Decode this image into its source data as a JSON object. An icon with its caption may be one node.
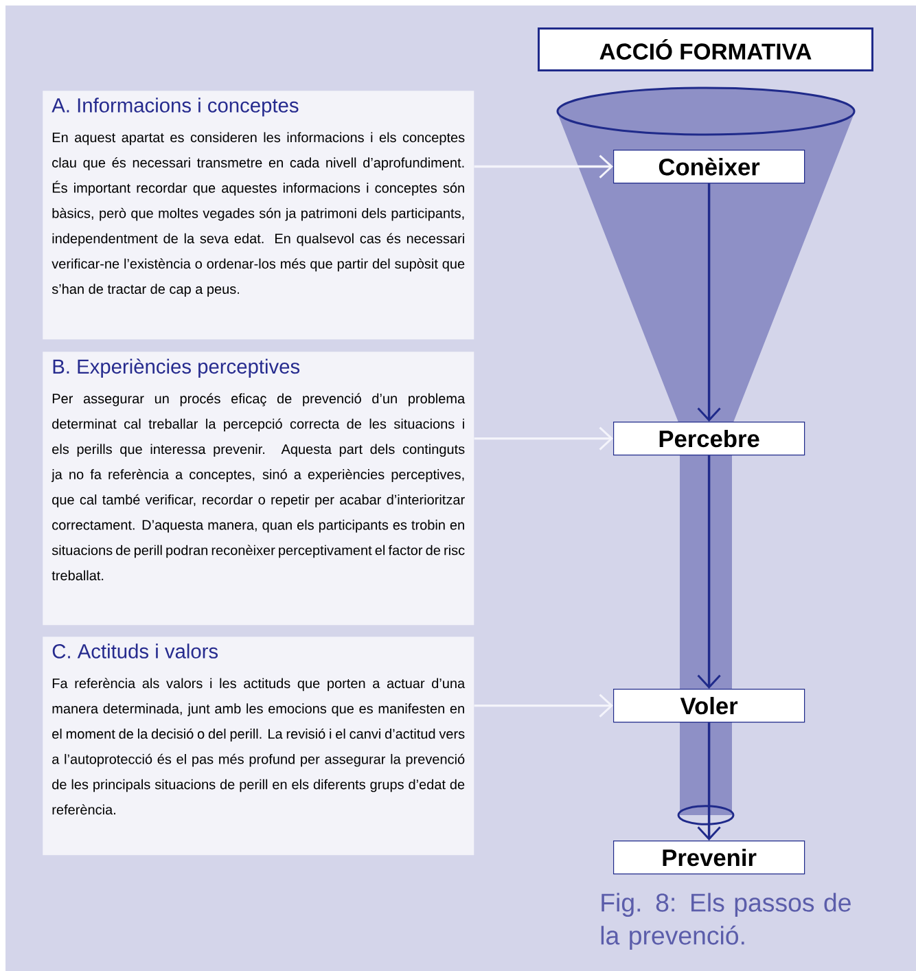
{
  "diagram": {
    "caption": "Fig. 8: Els passos de la prevenció.",
    "nodes": [
      {
        "text": [
          "A. Informacions i conceptes",
          "En aquest apartat es consideren les informacions i els conceptes clau que és necessari transmetre en cada nivell d’aprofundiment. És important recordar que aquestes informacions i conceptes són bàsics, però que moltes vegades són ja patrimoni dels participants, independentment de la seva edat. En qualsevol cas és necessari verificar-ne l’existència o ordenar-los més que partir del supòsit que s’han de tractar de cap a peus."
        ]
      },
      {
        "text": [
          "B. Experiències perceptives",
          "Per assegurar un procés eficaç de prevenció d’un problema determinat cal treballar la percepció correcta de les situacions i els perills que interessa prevenir. Aquesta part dels continguts ja no fa referència a conceptes, sinó a experiències perceptives, que cal també verificar, recordar o repetir per acabar d’interioritzar correctament. D’aquesta manera, quan els participants es trobin en situacions de perill podran reconèixer perceptivament el factor de risc treballat."
        ]
      },
      {
        "text": [
          "C. Actituds i valors",
          "Fa referència als valors i les actituds que porten a actuar d’una manera determinada, junt amb les emocions que es manifesten en el moment de la decisió o del perill. La revisió i el canvi d’actitud vers a l’autoprotecció és el pas més profund per assegurar la prevenció de les principals situacions de perill en els diferents grups d’edat de referència."
        ]
      },
      {
        "text": [
          "ACCIÓ FORMATIVA"
        ]
      },
      {
        "text": [
          "Conèixer"
        ]
      },
      {
        "text": [
          "Percebre"
        ]
      },
      {
        "text": [
          "Voler"
        ]
      },
      {
        "text": [
          "Prevenir"
        ]
      }
    ],
    "edges": [
      {
        "from": 0,
        "to": 4,
        "arrow": "to",
        "color": "#f4f4fb"
      },
      {
        "from": 1,
        "to": 5,
        "arrow": "to",
        "color": "#f4f4fb"
      },
      {
        "from": 2,
        "to": 6,
        "arrow": "to",
        "color": "#f4f4fb"
      },
      {
        "from": 4,
        "to": 5,
        "arrow": "to",
        "color": "#1f2a8a"
      },
      {
        "from": 5,
        "to": 6,
        "arrow": "to",
        "color": "#1f2a8a"
      },
      {
        "from": 6,
        "to": 7,
        "arrow": "to",
        "color": "#1f2a8a"
      }
    ]
  }
}
